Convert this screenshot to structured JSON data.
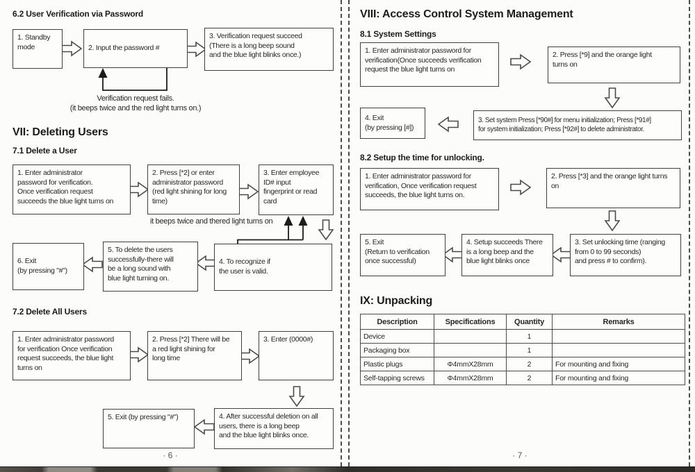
{
  "colors": {
    "paper": "#fcfcfb",
    "ink": "#262626",
    "box_border": "#3f3f3f",
    "divider_dash": "#4a4a4a"
  },
  "icons": {
    "flow_arrow_right": "⇨",
    "flow_arrow_left": "⇦",
    "flow_arrow_down": "⇩",
    "feedback_arrow_up": "▲"
  },
  "page_left": {
    "page_number": "· 6 ·",
    "s62": {
      "heading": "6.2 User Verification via Password",
      "box1": "1. Standby\nmode",
      "box2": "2. Input the password #",
      "box3": "3. Verification request succeed\n(There is a long beep sound\nand the blue light blinks once.)",
      "fail_note_line1": "Verification request fails.",
      "fail_note_line2": "(it beeps twice and the red light turns on.)"
    },
    "s7_heading": "VII: Deleting Users",
    "s71": {
      "heading": "7.1 Delete a User",
      "box1": "1. Enter administrator\npassword for verification.\nOnce verification request\nsucceeds the blue light turns on",
      "box2": "2. Press [*2] or enter\nadministrator password\n(red light shining for long\ntime)",
      "box3": "3. Enter employee\nID# input\nfingerprint or read\ncard",
      "note": "it beeps twice and thered light turns on",
      "box4": "4. To recognize if\nthe user is valid.",
      "box5": "5. To delete the users\nsuccessfully-there will\nbe a long sound with\nblue light turning on.",
      "box6": "6. Exit\n(by pressing \"#\")"
    },
    "s72": {
      "heading": "7.2 Delete All Users",
      "box1": "1. Enter administrator password\nfor verification Once verification\nrequest succeeds, the blue light\nturns on",
      "box2": "2. Press [*2] There will be\na red light shining for\nlong time",
      "box3": "3. Enter (0000#)",
      "box4": "4. After successful deletion on all\nusers, there is a long beep\nand the blue light blinks once.",
      "box5": "5. Exit (by pressing \"#\")"
    }
  },
  "page_right": {
    "page_number": "· 7 ·",
    "s8_heading": "VIII: Access Control System Management",
    "s81": {
      "heading": "8.1 System Settings",
      "box1": "1. Enter administrator password for\nverification(Once succeeds verification\nrequest the blue light turns on",
      "box2": "2. Press [*9] and the orange light\nturns on",
      "box3": "3. Set system Press [*90#] for menu initialization; Press [*91#]\nfor system initialization; Press [*92#] to delete administrator.",
      "box4": "4. Exit\n(by pressing [#])"
    },
    "s82": {
      "heading": "8.2 Setup the time for unlocking.",
      "box1": "1. Enter administrator password for\nverification, Once verification request\nsucceeds, the blue light turns on.",
      "box2": "2. Press [*3] and the orange light turns\non",
      "box3": "3. Set unlocking time (ranging\nfrom 0 to 99 seconds)\nand press # to confirm).",
      "box4": "4. Setup succeeds There\nis a long beep and the\nblue light blinks once",
      "box5": "5. Exit\n(Return to verification\nonce successful)"
    },
    "unpacking": {
      "heading": "IX: Unpacking",
      "table": {
        "headers": [
          "Description",
          "Specifications",
          "Quantity",
          "Remarks"
        ],
        "rows": [
          [
            "Device",
            "",
            "1",
            ""
          ],
          [
            "Packaging box",
            "",
            "1",
            ""
          ],
          [
            "Plastic plugs",
            "Φ4mmX28mm",
            "2",
            "For mounting and fixing"
          ],
          [
            "Self-tapping screws",
            "Φ4mmX28mm",
            "2",
            "For mounting and fixing"
          ]
        ]
      }
    }
  }
}
